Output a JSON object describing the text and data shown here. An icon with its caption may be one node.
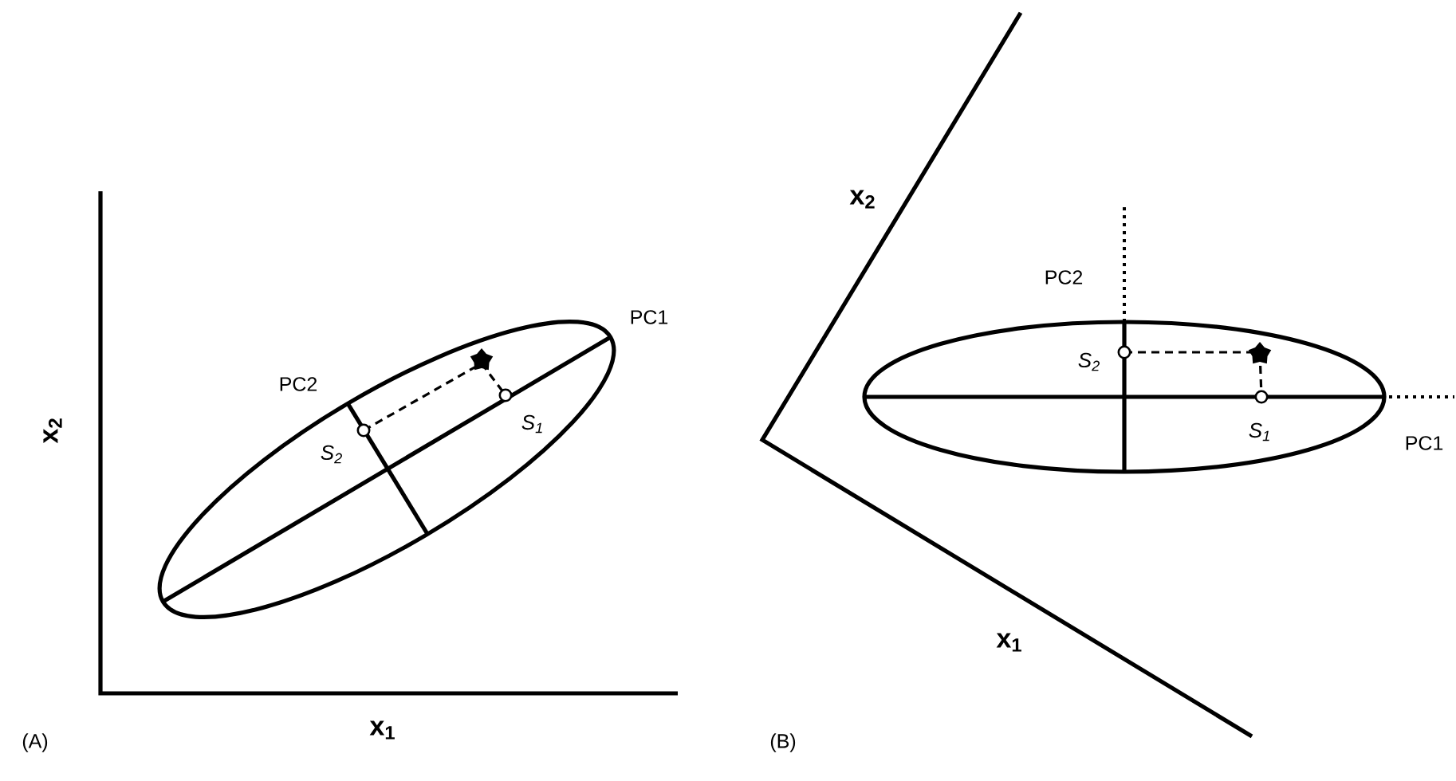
{
  "diagram": {
    "labels": [
      "x$_{2}$",
      "PC1",
      "PC2",
      "S$_{1}$",
      "S$_{2}$",
      "x$_{1}$",
      "(A)",
      "x$_{2}$",
      "PC2",
      "S$_{2}$",
      "S$_{1}$",
      "PC1",
      "x$_{1}$",
      "(B)"
    ]
  }
}
